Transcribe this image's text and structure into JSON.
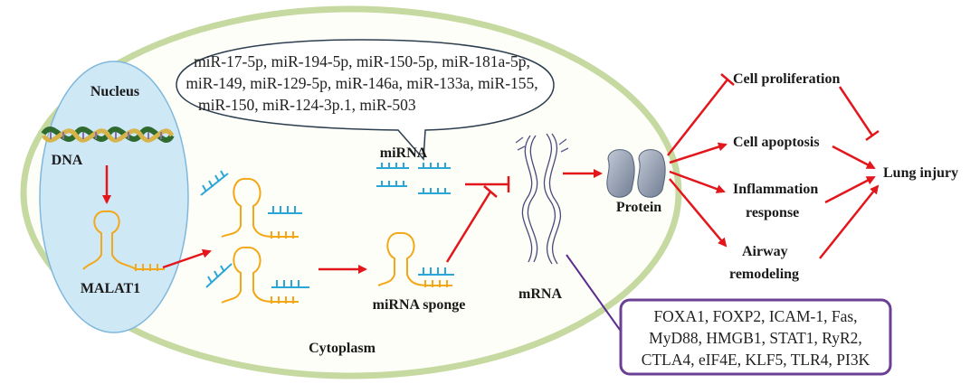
{
  "labels": {
    "nucleus": "Nucleus",
    "dna": "DNA",
    "malat1": "MALAT1",
    "cytoplasm": "Cytoplasm",
    "mirna": "miRNA",
    "mirna_sponge": "miRNA sponge",
    "mrna": "mRNA",
    "protein": "Protein",
    "cell_proliferation": "Cell proliferation",
    "cell_apoptosis": "Cell apoptosis",
    "inflammation_line1": "Inflammation",
    "inflammation_line2": "response",
    "airway_line1": "Airway",
    "airway_line2": "remodeling",
    "lung_injury": "Lung injury"
  },
  "mirna_list": [
    "miR-17-5p, miR-194-5p, miR-150-5p, miR-181a-5p,",
    "miR-149, miR-129-5p, miR-146a, miR-133a, miR-155,",
    "miR-150, miR-124-3p.1, miR-503"
  ],
  "target_genes": [
    "FOXA1, FOXP2, ICAM-1, Fas,",
    "MyD88, HMGB1, STAT1, RyR2,",
    "CTLA4, eIF4E, KLF5, TLR4, PI3K"
  ],
  "colors": {
    "cell_border": "#c5d9a0",
    "nucleus_fill": "#cfe8f6",
    "nucleus_border": "#7fb8dc",
    "arrow": "#e3161b",
    "mirna": "#2aa6d8",
    "malat1": "#f2a818",
    "protein": "#8d9aad",
    "gene_box_border": "#6a3f94",
    "connector": "#5b2d8e"
  }
}
